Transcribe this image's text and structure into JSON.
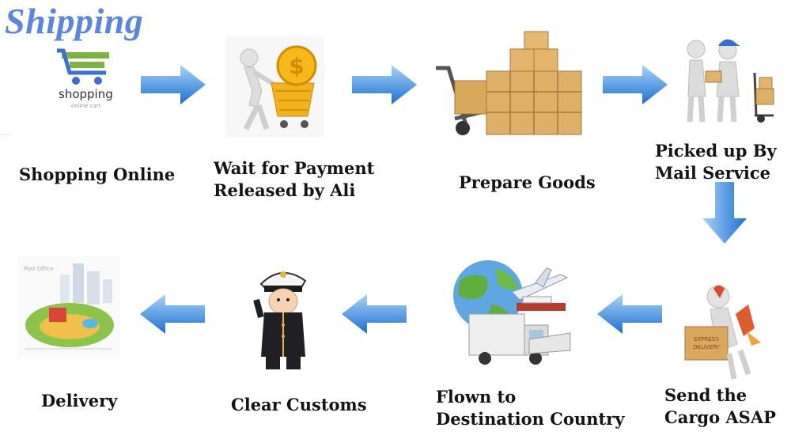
{
  "title": "Shipping",
  "cart_logo": {
    "word": "shopping",
    "sub": "online cart"
  },
  "steps": [
    {
      "label": "Shopping Online"
    },
    {
      "label": "Wait for Payment\nReleased by Ali"
    },
    {
      "label": "Prepare Goods"
    },
    {
      "label": "Picked up By\nMail Service"
    },
    {
      "label": "Send the\nCargo ASAP"
    },
    {
      "label": "Flown to\nDestination Country"
    },
    {
      "label": "Clear Customs"
    },
    {
      "label": "Delivery"
    }
  ],
  "colors": {
    "title": "#5b86e0",
    "arrow_light": "#8cc2f3",
    "arrow_dark": "#1d6fd1",
    "cart_green": "#7cb342",
    "cart_blue": "#3a6fd8"
  }
}
